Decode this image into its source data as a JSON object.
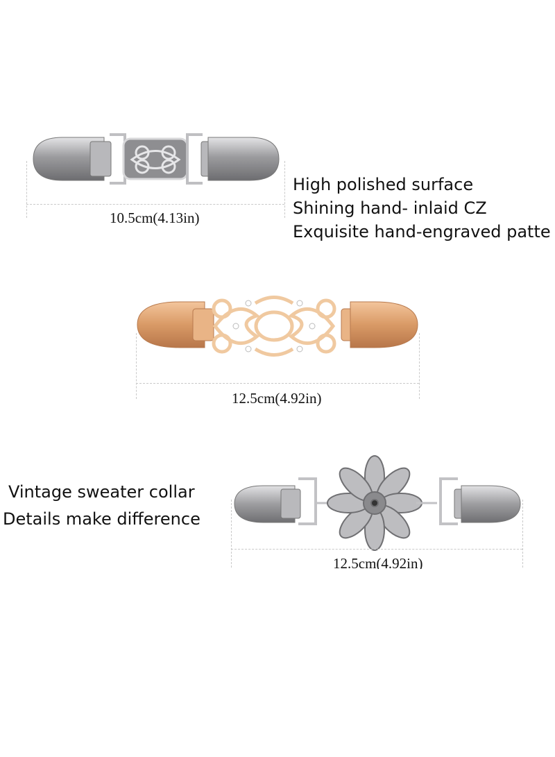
{
  "products": [
    {
      "name": "silver-filigree-clip",
      "finish": "silver",
      "measurement": "10.5cm(4.13in)"
    },
    {
      "name": "rose-gold-cz-clip",
      "finish": "rose-gold",
      "measurement": "12.5cm(4.92in)"
    },
    {
      "name": "silver-flower-clip",
      "finish": "silver",
      "measurement": "12.5cm(4.92in)"
    }
  ],
  "features_top": [
    "High polished surface",
    "Shining  hand- inlaid CZ",
    "Exquisite hand-engraved patte"
  ],
  "features_bottom": [
    "Vintage sweater collar",
    "Details make difference"
  ],
  "colors": {
    "silver": "#a9a9ab",
    "rose_gold": "#e2a878",
    "text": "#111111",
    "guide": "#c9c9c9"
  }
}
